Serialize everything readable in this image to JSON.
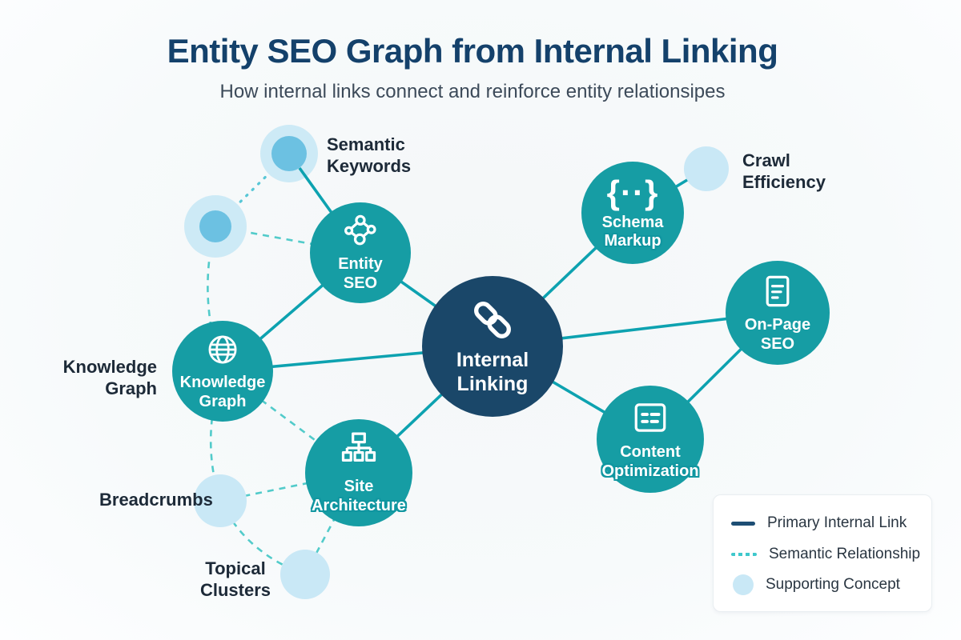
{
  "header": {
    "title": "Entity SEO Graph from Internal Linking",
    "subtitle": "How internal links connect and reinforce entity relationsipes"
  },
  "nodes": {
    "internal_linking": {
      "lines": [
        "Internal",
        "Linking"
      ],
      "icon": "chain-link"
    },
    "entity_seo": {
      "lines": [
        "Entity",
        "SEO"
      ],
      "icon": "network-graph"
    },
    "schema_markup": {
      "lines": [
        "Schema",
        "Markup"
      ],
      "icon": "curly-braces",
      "icon_glyph": "{··}"
    },
    "on_page_seo": {
      "lines": [
        "On-Page",
        "SEO"
      ],
      "icon": "document"
    },
    "content_optimization": {
      "lines": [
        "Content",
        "Optimization"
      ],
      "icon": "content-list"
    },
    "site_architecture": {
      "lines": [
        "Site",
        "Architecture"
      ],
      "icon": "sitemap"
    },
    "knowledge_graph": {
      "lines": [
        "Knowledge",
        "Graph"
      ],
      "icon": "globe"
    }
  },
  "supporting_labels": {
    "semantic_keywords": {
      "lines": [
        "Semantic",
        "Keywords"
      ]
    },
    "crawl_efficiency": {
      "lines": [
        "Crawl",
        "Efficiency"
      ]
    },
    "knowledge_graph": {
      "lines": [
        "Knowledge",
        "Graph"
      ]
    },
    "breadcrumbs": {
      "lines": [
        "Breadcrumbs"
      ]
    },
    "topical_clusters": {
      "lines": [
        "Topical",
        "Clusters"
      ]
    }
  },
  "legend": {
    "items": [
      {
        "label": "Primary Internal Link",
        "type": "solid-line"
      },
      {
        "label": "Semantic Relationship",
        "type": "dashed-line"
      },
      {
        "label": "Supporting Concept",
        "type": "circle"
      }
    ]
  },
  "colors": {
    "primary_navy": "#1a4769",
    "node_teal": "#169da4",
    "solid_link_teal": "#0da2b0",
    "dashed_link_teal": "#52cbca",
    "supporting_blue": "#cdeaf6",
    "supporting_inner_blue": "#6cc1e2",
    "title_navy": "#14416b"
  }
}
